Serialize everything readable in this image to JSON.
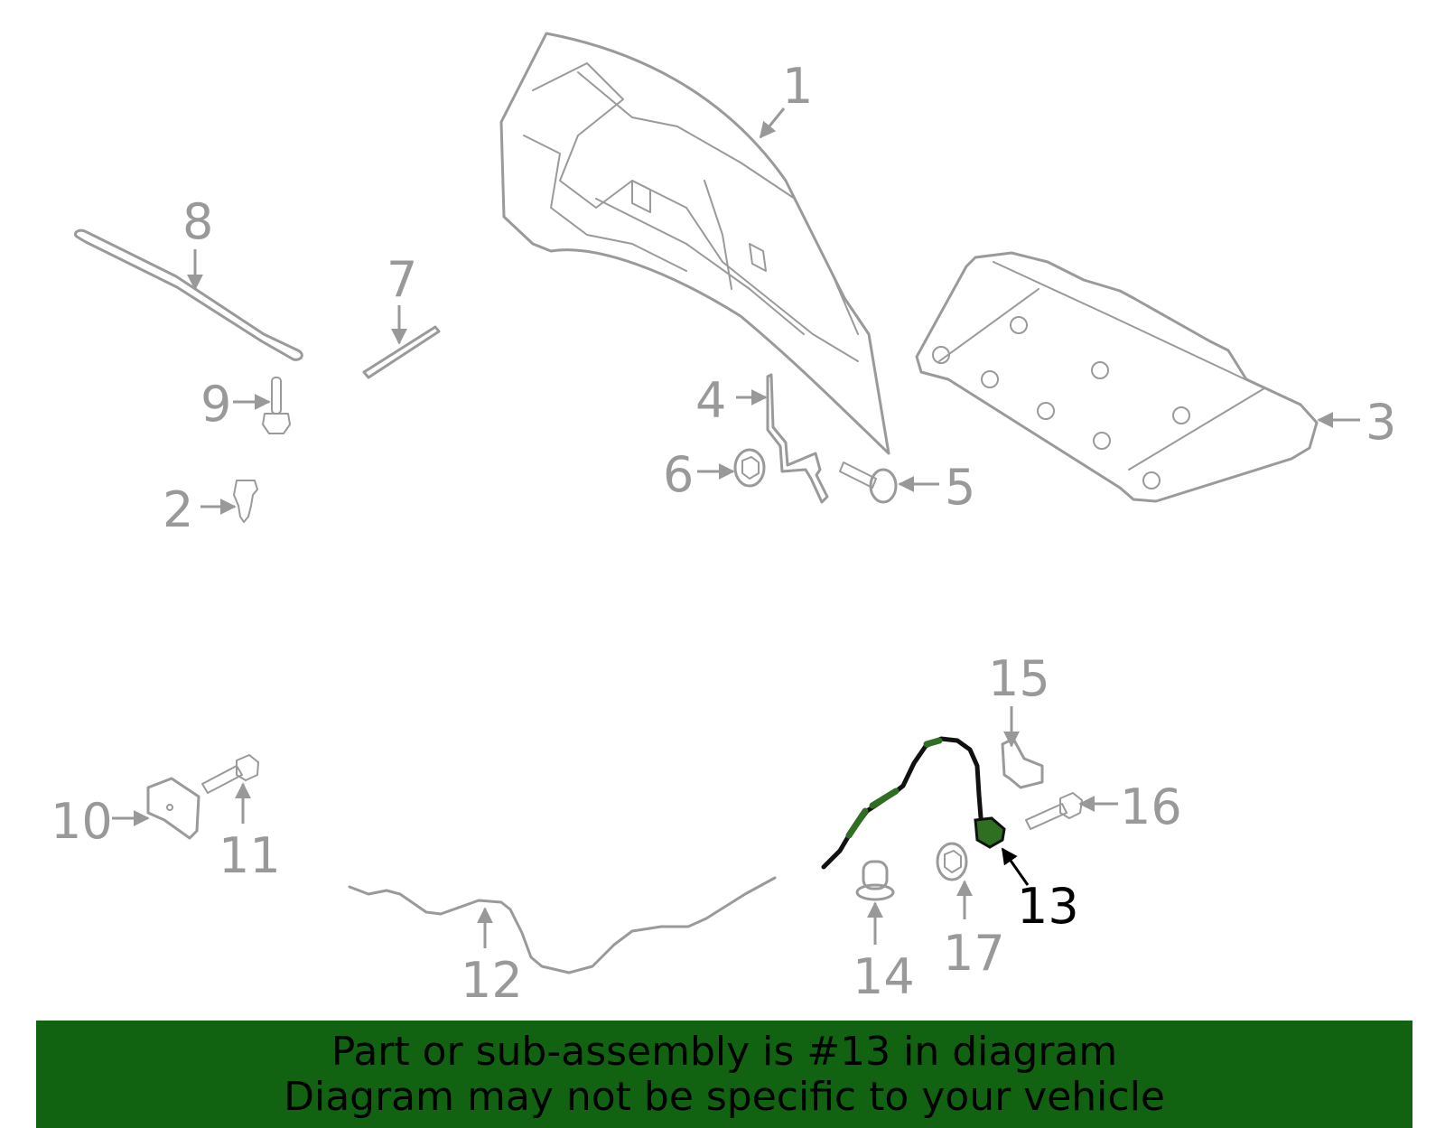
{
  "diagram": {
    "highlighted_callout": "13",
    "callouts": [
      "1",
      "2",
      "3",
      "4",
      "5",
      "6",
      "7",
      "8",
      "9",
      "10",
      "11",
      "12",
      "13",
      "14",
      "15",
      "16",
      "17"
    ],
    "colors": {
      "part_stroke": "#9a9a9a",
      "label": "#999999",
      "highlight_label": "#000000",
      "highlight_part": "#2f6f22",
      "banner_bg": "#116211"
    }
  },
  "banner": {
    "line1": "Part or sub-assembly is #13 in diagram",
    "line2": "Diagram may not be specific to your vehicle"
  }
}
